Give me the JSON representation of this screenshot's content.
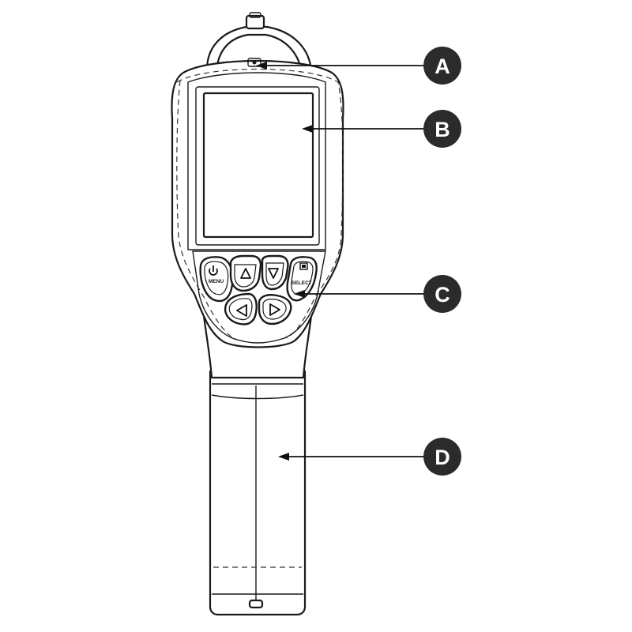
{
  "callouts": [
    {
      "letter": "A",
      "target": "sensor-lens"
    },
    {
      "letter": "B",
      "target": "display-screen"
    },
    {
      "letter": "C",
      "target": "keypad"
    },
    {
      "letter": "D",
      "target": "handle-grip"
    }
  ],
  "keypad": {
    "menu_label": "MENU",
    "select_label": "SELECT"
  },
  "colors": {
    "line": "#1a1a1a",
    "callout_fill": "#2b2b2b",
    "callout_text": "#ffffff",
    "background": "#ffffff"
  },
  "icons": [
    "power-icon",
    "up-arrow-icon",
    "down-arrow-icon",
    "image-mode-icon",
    "left-arrow-icon",
    "right-arrow-icon"
  ]
}
